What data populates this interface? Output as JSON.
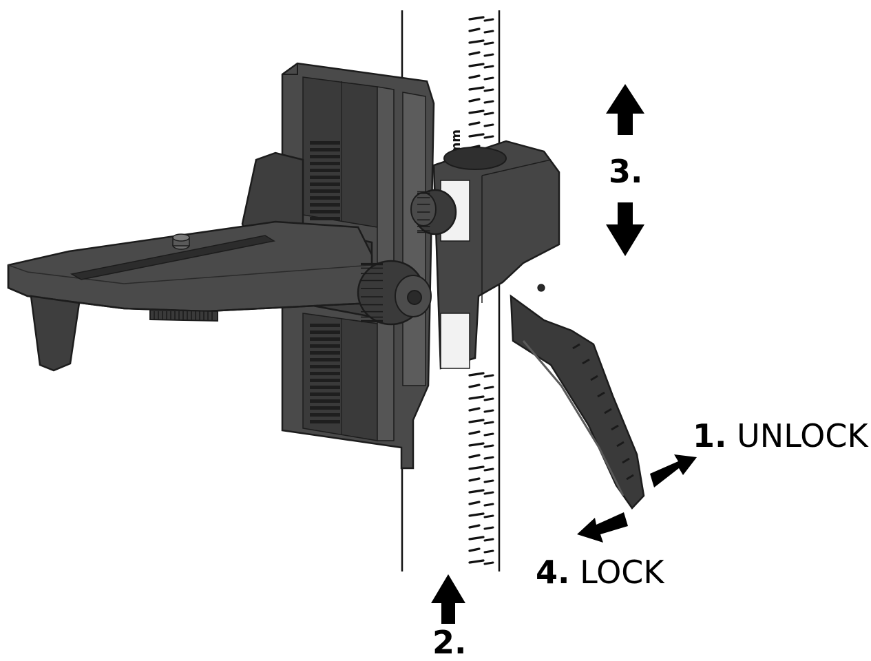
{
  "colors": {
    "body_dark": "#3a3a3a",
    "body_mid": "#4a4a4a",
    "body_light": "#5c5c5c",
    "outline": "#1c1c1c",
    "rod_fill": "#ffffff",
    "scale_tick": "#111111",
    "arrow": "#000000",
    "text": "#000000"
  },
  "rod": {
    "scale_label": "5mm"
  },
  "steps": [
    {
      "id": "step1",
      "number": "1.",
      "word": "UNLOCK"
    },
    {
      "id": "step2",
      "number": "2.",
      "word": ""
    },
    {
      "id": "step3",
      "number": "3.",
      "word": ""
    },
    {
      "id": "step4",
      "number": "4.",
      "word": "LOCK"
    }
  ],
  "icons": {
    "arrow_up": "arrow-up-icon",
    "arrow_down": "arrow-down-icon",
    "arrow_diagonal_up": "arrow-diagonal-up-icon",
    "arrow_diagonal_down": "arrow-diagonal-down-icon"
  }
}
